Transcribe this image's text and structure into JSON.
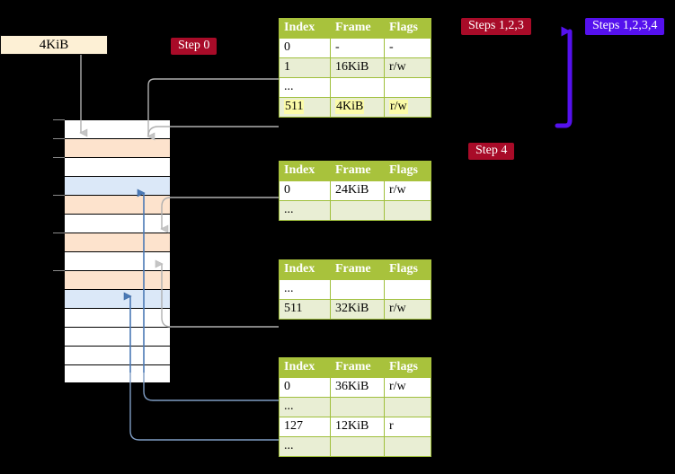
{
  "labels": {
    "size_box": "4KiB",
    "step0": "Step 0",
    "step4": "Step 4",
    "steps123": "Steps 1,2,3",
    "steps1234": "Steps 1,2,3,4"
  },
  "colors": {
    "badge_red": "#a80b28",
    "badge_blue": "#5511ee",
    "table_header": "#a8c23c",
    "table_alt_row": "#e9eed4",
    "highlight": "#fbfba8",
    "frame_orange": "#fde3cd",
    "frame_blue": "#dbe8f8",
    "size_box": "#fdf0d5",
    "wire_gray": "#b0b0b0",
    "wire_blue": "#7f9dc4",
    "arrow_blue_thick": "#5511ee"
  },
  "tables": [
    {
      "name": "pml4-table",
      "headers": [
        "Index",
        "Frame",
        "Flags"
      ],
      "rows": [
        {
          "style": "plain",
          "cells": [
            "0",
            "-",
            "-"
          ],
          "highlight": false
        },
        {
          "style": "alt",
          "cells": [
            "1",
            "16KiB",
            "r/w"
          ],
          "highlight": false
        },
        {
          "style": "plain",
          "cells": [
            "...",
            "",
            ""
          ],
          "highlight": false
        },
        {
          "style": "alt",
          "cells": [
            "511",
            "4KiB",
            "r/w"
          ],
          "highlight": true
        }
      ]
    },
    {
      "name": "pdp-table",
      "headers": [
        "Index",
        "Frame",
        "Flags"
      ],
      "rows": [
        {
          "style": "plain",
          "cells": [
            "0",
            "24KiB",
            "r/w"
          ],
          "highlight": false
        },
        {
          "style": "alt",
          "cells": [
            "...",
            "",
            ""
          ],
          "highlight": false
        }
      ]
    },
    {
      "name": "pd-table",
      "headers": [
        "Index",
        "Frame",
        "Flags"
      ],
      "rows": [
        {
          "style": "plain",
          "cells": [
            "...",
            "",
            ""
          ],
          "highlight": false
        },
        {
          "style": "alt",
          "cells": [
            "511",
            "32KiB",
            "r/w"
          ],
          "highlight": false
        }
      ]
    },
    {
      "name": "pt-table",
      "headers": [
        "Index",
        "Frame",
        "Flags"
      ],
      "rows": [
        {
          "style": "plain",
          "cells": [
            "0",
            "36KiB",
            "r/w"
          ],
          "highlight": false
        },
        {
          "style": "alt",
          "cells": [
            "...",
            "",
            ""
          ],
          "highlight": false
        },
        {
          "style": "plain",
          "cells": [
            "127",
            "12KiB",
            "r"
          ],
          "highlight": false
        },
        {
          "style": "alt",
          "cells": [
            "...",
            "",
            ""
          ],
          "highlight": false
        }
      ]
    }
  ],
  "memory_frames": [
    {
      "fill": "white",
      "tick": true
    },
    {
      "fill": "orange",
      "tick": true
    },
    {
      "fill": "white",
      "tick": true
    },
    {
      "fill": "blue",
      "tick": false
    },
    {
      "fill": "orange",
      "tick": true
    },
    {
      "fill": "white",
      "tick": false
    },
    {
      "fill": "orange",
      "tick": true
    },
    {
      "fill": "white",
      "tick": false
    },
    {
      "fill": "orange",
      "tick": true
    },
    {
      "fill": "blue",
      "tick": false
    },
    {
      "fill": "white",
      "tick": false
    },
    {
      "fill": "white",
      "tick": false
    },
    {
      "fill": "white",
      "tick": false
    },
    {
      "fill": "white",
      "tick": false
    }
  ]
}
